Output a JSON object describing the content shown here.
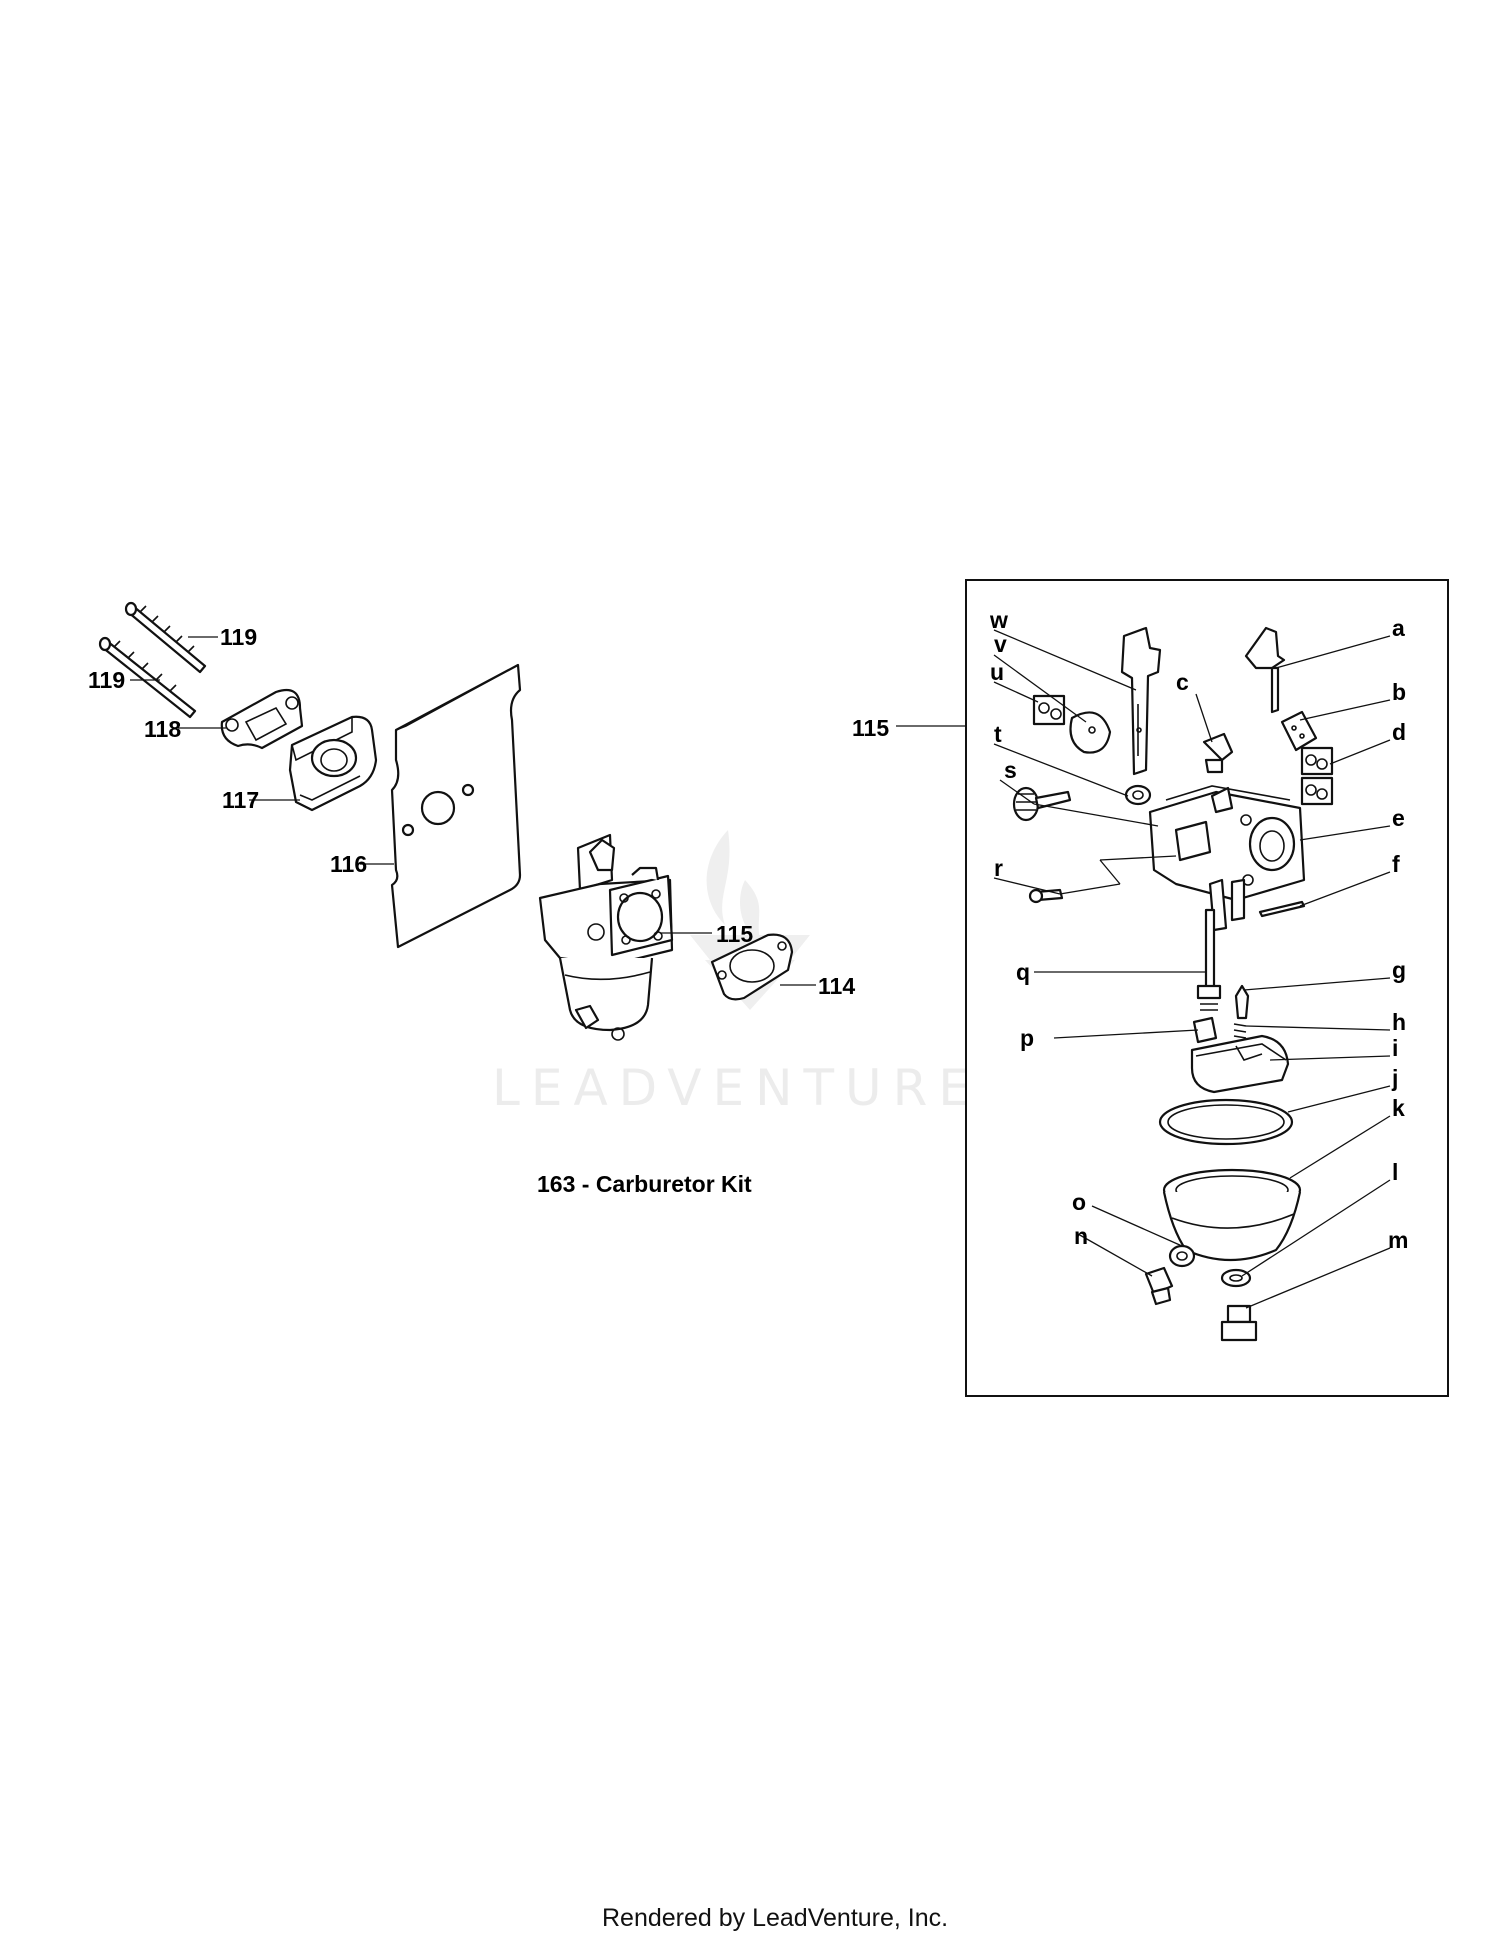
{
  "diagram": {
    "kit_title": "163 - Carburetor Kit",
    "watermark": "LEADVENTURE",
    "footer": "Rendered by LeadVenture, Inc.",
    "colors": {
      "line": "#111111",
      "watermark": "#ececec",
      "background": "#ffffff"
    },
    "main_callouts": [
      "119",
      "119",
      "118",
      "117",
      "116",
      "115",
      "114"
    ],
    "detail_box_callout": "115",
    "detail_callouts_right": [
      "a",
      "b",
      "c",
      "d",
      "e",
      "f",
      "g",
      "h",
      "i",
      "j",
      "k",
      "l",
      "m"
    ],
    "detail_callouts_left": [
      "w",
      "v",
      "u",
      "t",
      "s",
      "r",
      "q",
      "p",
      "o",
      "n"
    ]
  }
}
